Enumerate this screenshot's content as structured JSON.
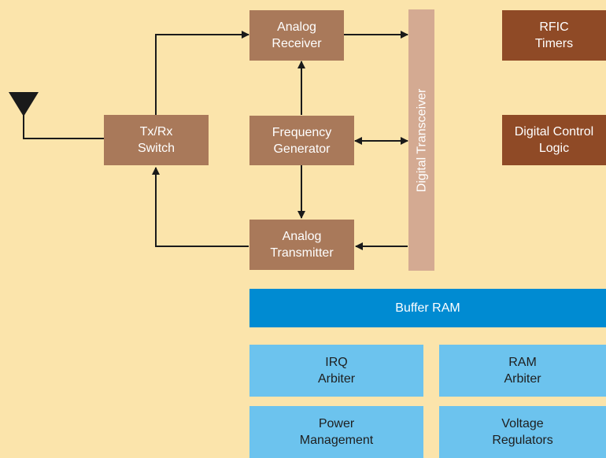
{
  "blocks": {
    "analog_receiver": "Analog\nReceiver",
    "frequency_generator": "Frequency\nGenerator",
    "analog_transmitter": "Analog\nTransmitter",
    "txrx_switch": "Tx/Rx\nSwitch",
    "digital_transceiver": "Digital Transceiver",
    "rfic_timers": "RFIC\nTimers",
    "digital_control_logic": "Digital Control\nLogic",
    "buffer_ram": "Buffer RAM",
    "irq_arbiter": "IRQ\nArbiter",
    "ram_arbiter": "RAM\nArbiter",
    "power_management": "Power\nManagement",
    "voltage_regulators": "Voltage\nRegulators"
  },
  "colors": {
    "background": "#fbe4ab",
    "rf_block": "#a9795a",
    "logic_block": "#8f4a26",
    "transceiver": "#d4aa92",
    "buffer": "#008bd2",
    "support_block": "#6cc3ee",
    "wire": "#1a1a1a"
  }
}
